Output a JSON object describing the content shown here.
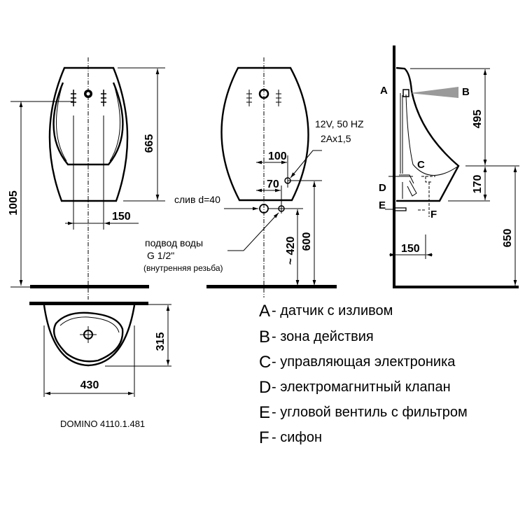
{
  "front_view": {
    "dim_height_total": "1005",
    "dim_height_body": "665",
    "dim_spacing": "150"
  },
  "rear_view": {
    "power_line1": "12V, 50 HZ",
    "power_line2": "2Ax1,5",
    "dim_100": "100",
    "dim_70": "70",
    "drain_label": "слив d=40",
    "water_label1": "подвод воды",
    "water_label2": "G 1/2\"",
    "water_label3": "(внутренняя резьба)",
    "dim_420": "~ 420",
    "dim_600": "600"
  },
  "side_view": {
    "letters": [
      "A",
      "B",
      "C",
      "D",
      "E",
      "F"
    ],
    "dim_495": "495",
    "dim_170": "170",
    "dim_650": "650",
    "dim_150": "150"
  },
  "top_view": {
    "dim_depth": "315",
    "dim_width": "430",
    "model": "DOMINO 4110.1.481"
  },
  "legend": [
    {
      "letter": "A",
      "text": "- датчик с изливом"
    },
    {
      "letter": "B",
      "text": "- зона действия"
    },
    {
      "letter": "C",
      "text": "- управляющая электроника"
    },
    {
      "letter": "D",
      "text": "- электромагнитный клапан"
    },
    {
      "letter": "E",
      "text": "- угловой вентиль с фильтром"
    },
    {
      "letter": "F",
      "text": "- сифон"
    }
  ],
  "colors": {
    "line": "#000000",
    "sensor_zone": "#9a9a9a"
  }
}
